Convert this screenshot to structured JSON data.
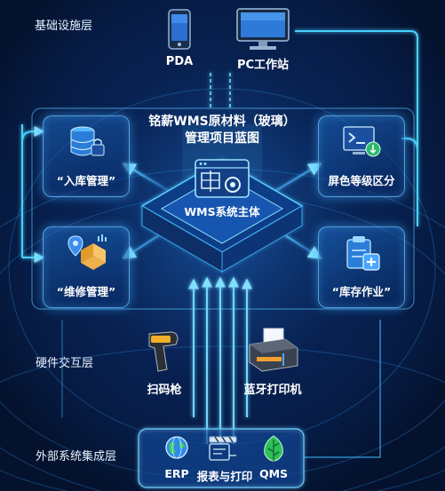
{
  "layers": {
    "infrastructure": "基础设施层",
    "hardware": "硬件交互层",
    "external": "外部系统集成层"
  },
  "devices": {
    "pda": "PDA",
    "pc": "PC工作站",
    "scanner": "扫码枪",
    "printer": "蓝牙打印机"
  },
  "title": {
    "line1": "铭薪WMS原材料（玻璃）",
    "line2": "管理项目蓝图"
  },
  "core": {
    "label": "WMS系统主体"
  },
  "modules": {
    "inbound": "“入库管理”",
    "maintenance": "“维修管理”",
    "screen_grade": "屏色等级区分",
    "inventory": "“库存作业”"
  },
  "external": {
    "erp": "ERP",
    "report": "报表与打印",
    "qms": "QMS"
  },
  "colors": {
    "background": "#04122e",
    "glow": "#38c8ff",
    "card_border": "#78c8ff"
  }
}
